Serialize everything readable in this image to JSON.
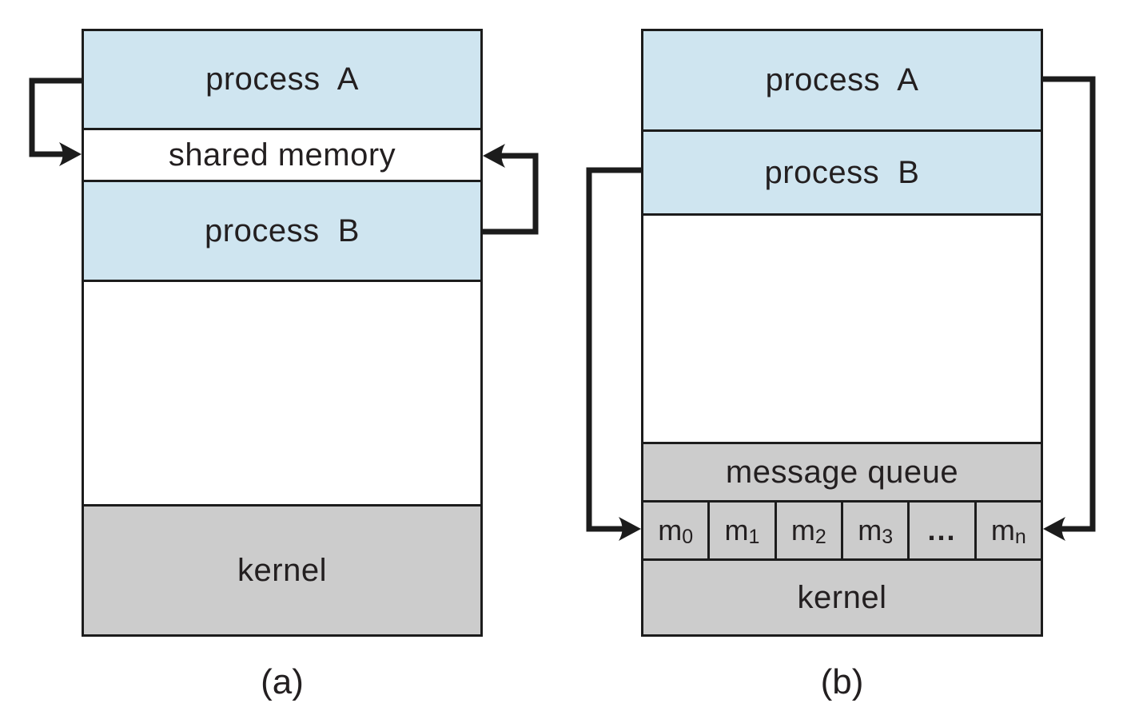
{
  "figure": {
    "panel_a": {
      "caption": "(a)",
      "sections": {
        "process_a": "process  A",
        "shared_memory": "shared memory",
        "process_b": "process  B",
        "kernel": "kernel"
      }
    },
    "panel_b": {
      "caption": "(b)",
      "sections": {
        "process_a": "process  A",
        "process_b": "process  B",
        "message_queue": "message queue",
        "kernel": "kernel"
      },
      "queue_cells": [
        {
          "base": "m",
          "sub": "0"
        },
        {
          "base": "m",
          "sub": "1"
        },
        {
          "base": "m",
          "sub": "2"
        },
        {
          "base": "m",
          "sub": "3"
        },
        {
          "base": "...",
          "sub": ""
        },
        {
          "base": "m",
          "sub": "n"
        }
      ]
    }
  },
  "colors": {
    "process_fill": "#cfe5f0",
    "kernel_fill": "#cccccc",
    "line": "#1c1c1c",
    "text": "#231f20",
    "background": "#ffffff"
  }
}
